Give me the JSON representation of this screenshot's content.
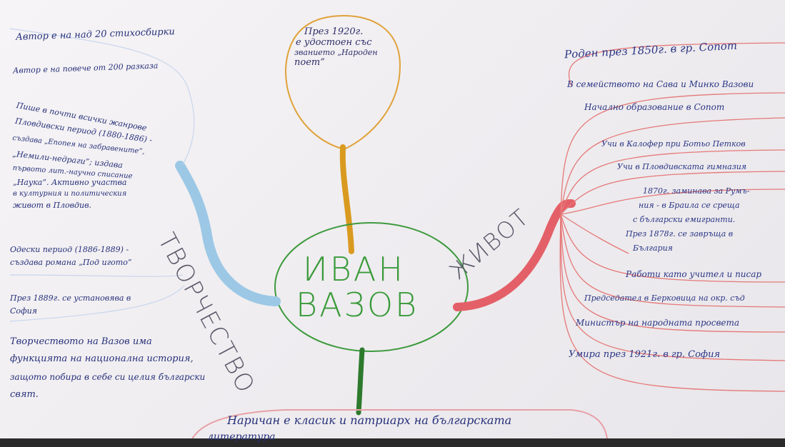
{
  "center": {
    "line1": "ИВАН",
    "line2": "ВАЗОВ"
  },
  "branches": {
    "left": "ТВОРЧЕСТВО",
    "right": "ЖИВОТ"
  },
  "top_bubble": {
    "lines": [
      "През 1920г.",
      "е удостоен със",
      "званието „Народен",
      "поет”"
    ]
  },
  "bottom_bubble": {
    "lines": [
      "Наричан е класик и патриарх на българската",
      "литература"
    ]
  },
  "left_items": [
    "Автор е на над 20 стихосбирки",
    "Автор е на повече от 200 разказа",
    "Пише в почти всички жанрове",
    "Пловдивски период (1880-1886) -",
    "създава „Епопея на забравените”,",
    "„Немили-недраги”; издава",
    "първото лит.-научно списание",
    "„Наука”. Активно участва",
    "в културния и политическия",
    "живот в Пловдив.",
    "Одески период (1886-1889) -",
    "създава романа „Под игото”",
    "През 1889г. се установява в",
    "София",
    "Творчеството на Вазов има",
    "функцията на национална история,",
    "защото побира в себе си целия български",
    "свят."
  ],
  "right_items": [
    "Роден през 1850г. в гр. Сопот",
    "В семейството на Сава и Минко Вазови",
    "Начално образование в Сопот",
    "Учи в Калофер при Ботьо Петков",
    "Учи в Пловдивската гимназия",
    "1870г. заминава за Румъ-",
    "ния - в Браила се среща",
    "с български емигранти.",
    "През 1878г. се завръща в",
    "България",
    "Работи като учител и писар",
    "Председател в Берковица на окр. съд",
    "Министър на народната просвета",
    "Умира през 1921г. в гр. София"
  ]
}
